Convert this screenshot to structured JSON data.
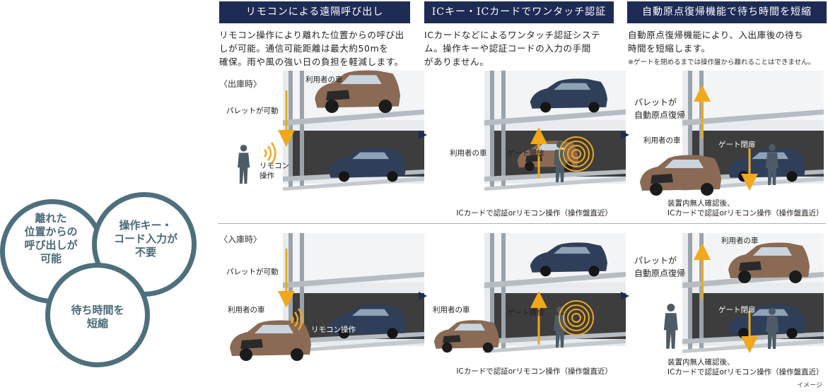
{
  "circles": {
    "c1": "離れた\n位置からの\n呼び出しが\n可能",
    "c2": "操作キー・\nコード入力が\n不要",
    "c3": "待ち時間を\n短縮"
  },
  "columns": [
    {
      "title": "リモコンによる遠隔呼び出し",
      "description": "リモコン操作により離れた位置からの呼び出\nしが可能。通信可能距離は最大約50mを\n確保。雨や風の強い日の負担を軽減します。"
    },
    {
      "title": "ICキー・ICカードでワンタッチ認証",
      "description": "ICカードなどによるワンタッチ認証システ\nム。操作キーや認証コードの入力の手間\nがありません。"
    },
    {
      "title": "自動原点復帰機能で待ち時間を短縮",
      "description": "自動原点復帰機能により、入出庫後の待ち\n時間を短縮します。",
      "note": "※ゲートを閉めるまでは操作盤から離れることはできません。"
    }
  ],
  "rows": {
    "exit": "〈出庫時〉",
    "entry": "〈入庫時〉"
  },
  "labels": {
    "user_car": "利用者の車",
    "pallet_moves": "パレットが可動",
    "remote_op_2line": "リモコン\n操作",
    "remote_op": "リモコン操作",
    "gate_open": "ゲート開放",
    "gate_close": "ゲート閉扉",
    "pallet_return": "パレットが\n自動原点復帰",
    "ic_auth": "ICカードで認証orリモコン操作（操作盤直近）",
    "after_check": "装置内無人確認後、\nICカードで認証orリモコン操作（操作盤直近）"
  },
  "image_note": "イメージ",
  "colors": {
    "navy": "#1e2b55",
    "circle": "#4e6f7e",
    "arrow": "#f0a81c",
    "car_brown": "#8a6a55",
    "car_navy": "#2f3f5a"
  }
}
